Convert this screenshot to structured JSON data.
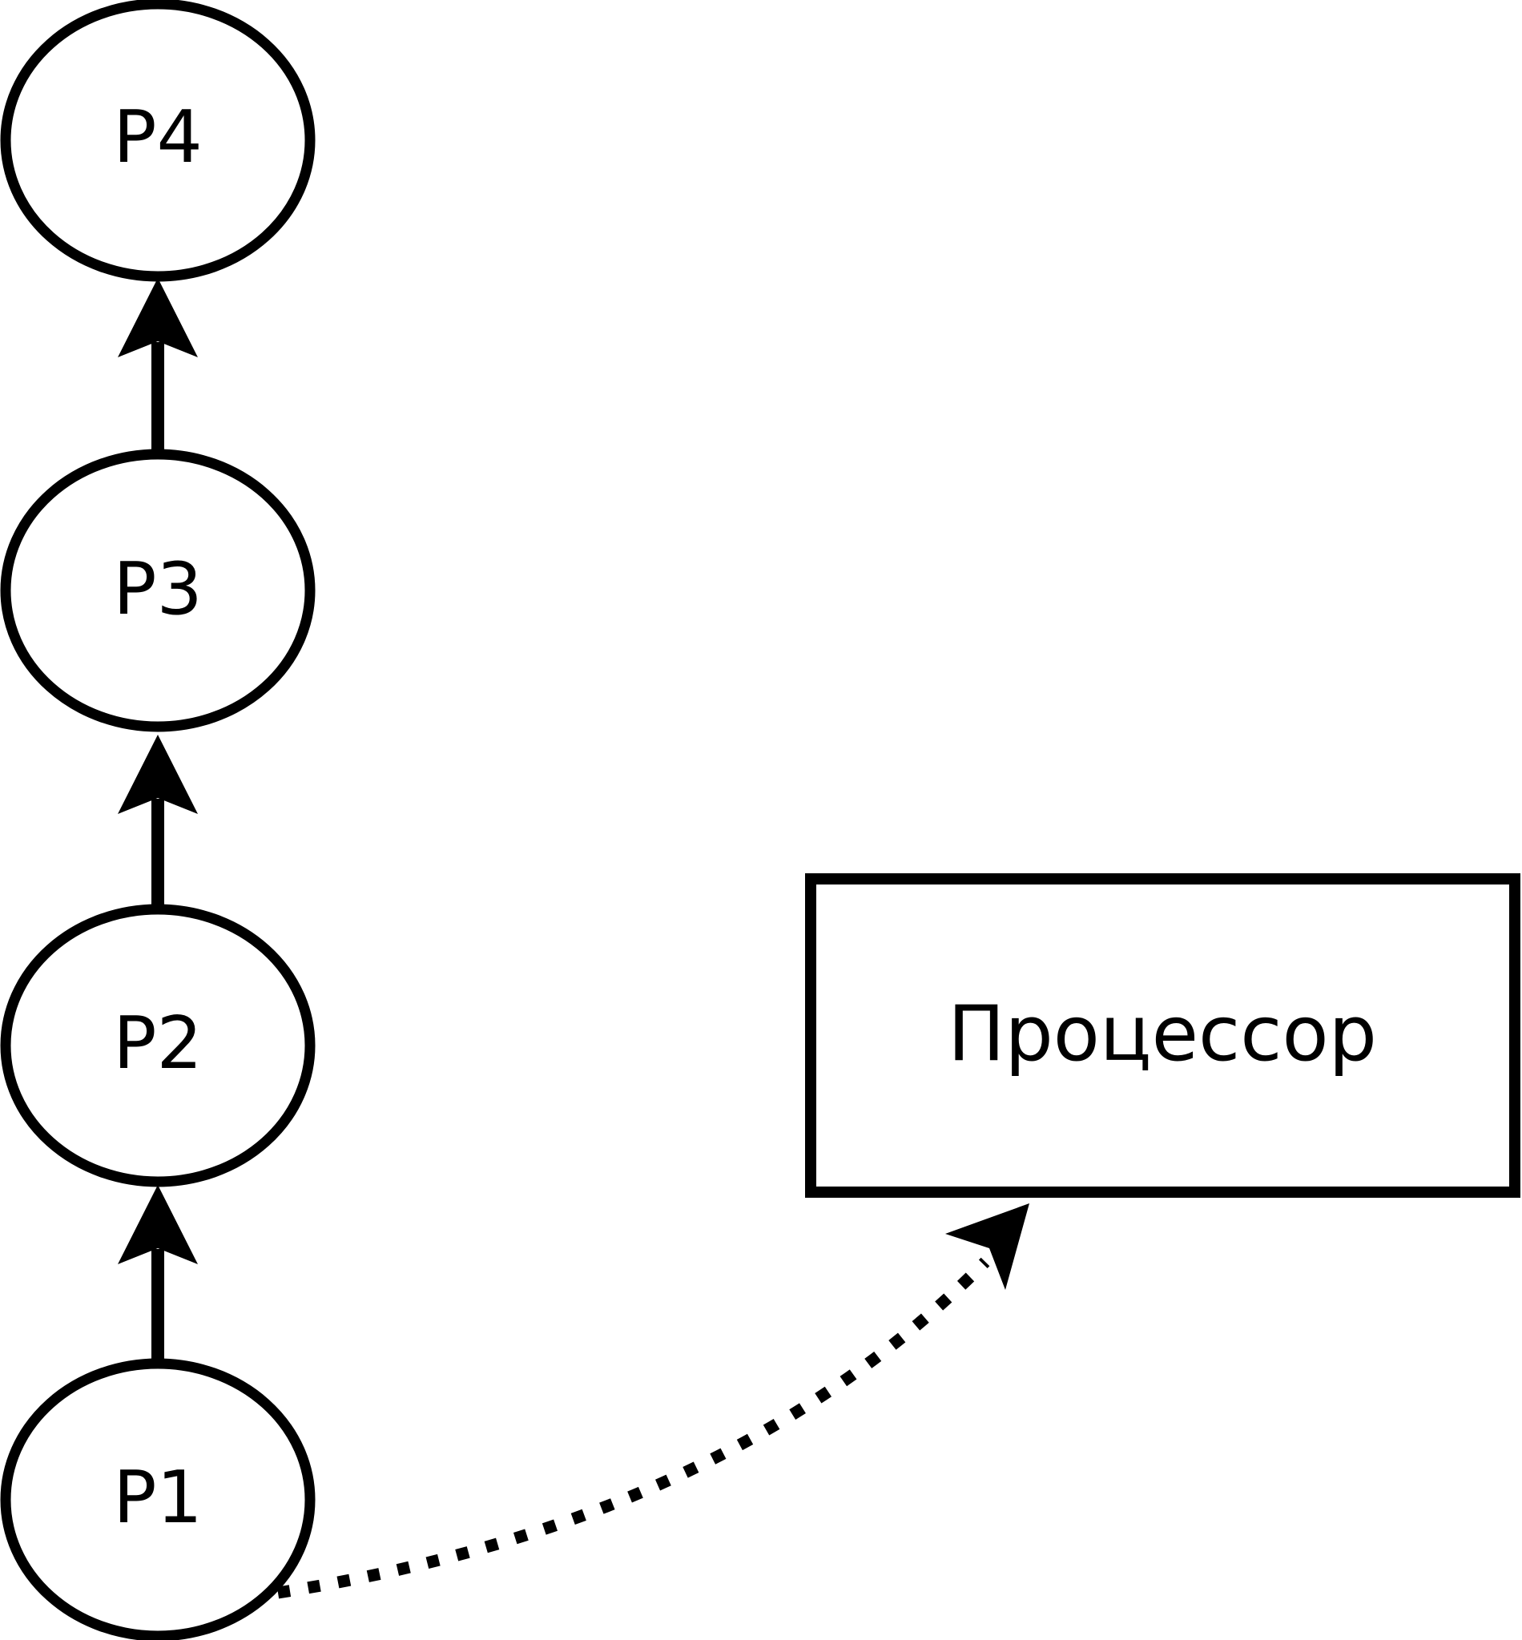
{
  "colors": {
    "ink": "#000000",
    "background": "#ffffff"
  },
  "diagram": {
    "nodes": [
      {
        "label": "P4"
      },
      {
        "label": "P3"
      },
      {
        "label": "P2"
      },
      {
        "label": "P1"
      }
    ],
    "processor": {
      "label": "Процессор"
    },
    "edges": [
      {
        "from": "P3",
        "to": "P4",
        "style": "solid-arrow"
      },
      {
        "from": "P2",
        "to": "P3",
        "style": "solid-arrow"
      },
      {
        "from": "P1",
        "to": "P2",
        "style": "solid-arrow"
      },
      {
        "from": "P1",
        "to": "Процессор",
        "style": "dotted-arrow"
      }
    ]
  }
}
